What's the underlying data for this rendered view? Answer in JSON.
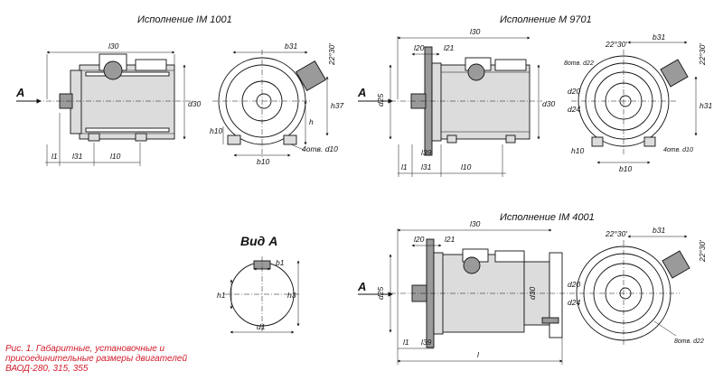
{
  "views": {
    "im1001": {
      "title": "Исполнение IM 1001",
      "labels": {
        "arrow": "A",
        "l30": "l30",
        "b31": "b31",
        "h37": "h37",
        "d30": "d30",
        "h": "h",
        "h10": "h10",
        "b10": "b10",
        "holes": "4отв. d10",
        "l1": "l1",
        "l31": "l31",
        "l10": "l10",
        "angle": "22°30'"
      }
    },
    "m9701": {
      "title": "Исполнение M 9701",
      "labels": {
        "arrow": "A",
        "l30": "l30",
        "l20": "l20",
        "l21": "l21",
        "d25": "d25",
        "l39": "l39",
        "d30": "d30",
        "l1": "l1",
        "l31": "l31",
        "l10": "l10",
        "b31": "b31",
        "angle1": "22°30'",
        "angle2": "22°30'",
        "holes8": "8отв. d22",
        "d20": "d20",
        "d24": "d24",
        "h31": "h31",
        "h10": "h10",
        "b10": "b10",
        "holes4": "4отв. d10"
      }
    },
    "viewA": {
      "title": "Вид A",
      "labels": {
        "b1": "b1",
        "h1": "h1",
        "h3": "h3",
        "d1": "d1"
      }
    },
    "im4001": {
      "title": "Исполнение IM 4001",
      "labels": {
        "arrow": "A",
        "l30": "l30",
        "l20": "l20",
        "l21": "l21",
        "d25": "d25",
        "d30": "d30",
        "l1": "l1",
        "l39": "l39",
        "l": "l",
        "b31": "b31",
        "angle1": "22°30'",
        "angle2": "22°30'",
        "d20": "d20",
        "d24": "d24",
        "holes8": "8отв. d22"
      }
    }
  },
  "caption": "Рис. 1. Габаритные, установочные и присоединительные размеры двигателей ВАОД-280, 315, 355",
  "colors": {
    "caption": "#d11a2a",
    "ink": "#111111",
    "body_fill": "#dcdcdc",
    "dark_fill": "#9a9a9a"
  }
}
